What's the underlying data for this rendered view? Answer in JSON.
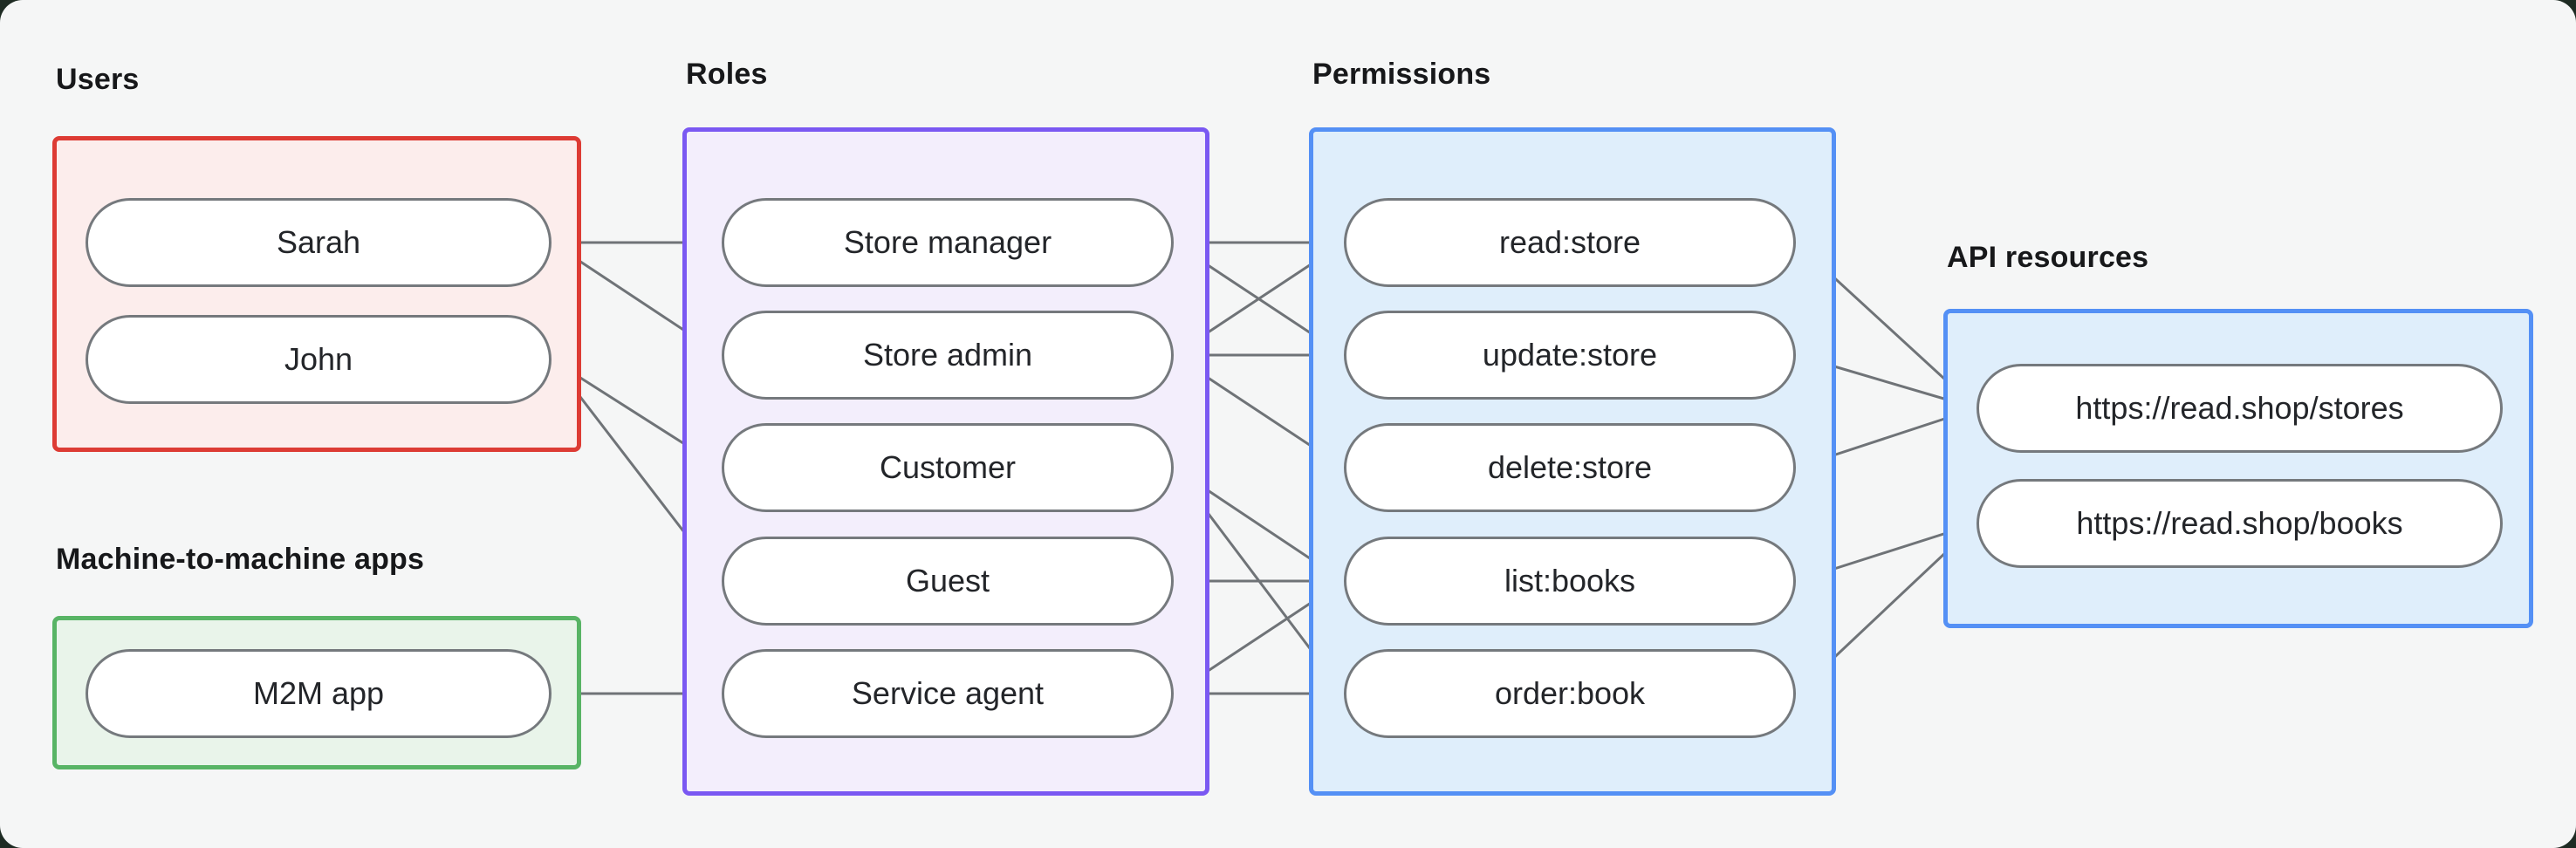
{
  "page": {
    "background_color": "#f5f6f6",
    "frame_corner_color": "#1e2b23"
  },
  "diagram": {
    "type": "rbac-authorization-flow"
  },
  "groups": {
    "users": {
      "label": "Users",
      "border_color": "#dd3b34",
      "fill_color": "#fcedec",
      "nodes": {
        "sarah": "Sarah",
        "john": "John"
      }
    },
    "m2m": {
      "label": "Machine-to-machine apps",
      "border_color": "#58b465",
      "fill_color": "#e9f4ea",
      "nodes": {
        "m2m_app": "M2M app"
      }
    },
    "roles": {
      "label": "Roles",
      "border_color": "#7a58f2",
      "fill_color": "#f3eefc",
      "nodes": {
        "store_manager": "Store manager",
        "store_admin": "Store admin",
        "customer": "Customer",
        "guest": "Guest",
        "service_agent": "Service agent"
      }
    },
    "permissions": {
      "label": "Permissions",
      "border_color": "#5490f5",
      "fill_color": "#dfeefb",
      "nodes": {
        "read_store": "read:store",
        "update_store": "update:store",
        "delete_store": "delete:store",
        "list_books": "list:books",
        "order_book": "order:book"
      }
    },
    "api_resources": {
      "label": "API resources",
      "border_color": "#5490f5",
      "fill_color": "#dfeefb",
      "nodes": {
        "stores_api": "https://read.shop/stores",
        "books_api": "https://read.shop/books"
      }
    }
  },
  "node_style": {
    "fill_color": "#ffffff",
    "border_color": "#75797d",
    "text_color": "#232529"
  },
  "edge_style": {
    "line_color": "#6f7377",
    "dot_color": "#6f7377"
  },
  "edges": [
    {
      "from": "sarah",
      "to": "store_manager"
    },
    {
      "from": "sarah",
      "to": "store_admin"
    },
    {
      "from": "john",
      "to": "customer"
    },
    {
      "from": "john",
      "to": "guest"
    },
    {
      "from": "m2m_app",
      "to": "service_agent"
    },
    {
      "from": "store_manager",
      "to": "read_store"
    },
    {
      "from": "store_manager",
      "to": "update_store"
    },
    {
      "from": "store_admin",
      "to": "read_store"
    },
    {
      "from": "store_admin",
      "to": "update_store"
    },
    {
      "from": "store_admin",
      "to": "delete_store"
    },
    {
      "from": "customer",
      "to": "list_books"
    },
    {
      "from": "customer",
      "to": "order_book"
    },
    {
      "from": "guest",
      "to": "list_books"
    },
    {
      "from": "service_agent",
      "to": "list_books"
    },
    {
      "from": "service_agent",
      "to": "order_book"
    },
    {
      "from": "read_store",
      "to": "stores_api"
    },
    {
      "from": "update_store",
      "to": "stores_api"
    },
    {
      "from": "delete_store",
      "to": "stores_api"
    },
    {
      "from": "list_books",
      "to": "books_api"
    },
    {
      "from": "order_book",
      "to": "books_api"
    }
  ]
}
